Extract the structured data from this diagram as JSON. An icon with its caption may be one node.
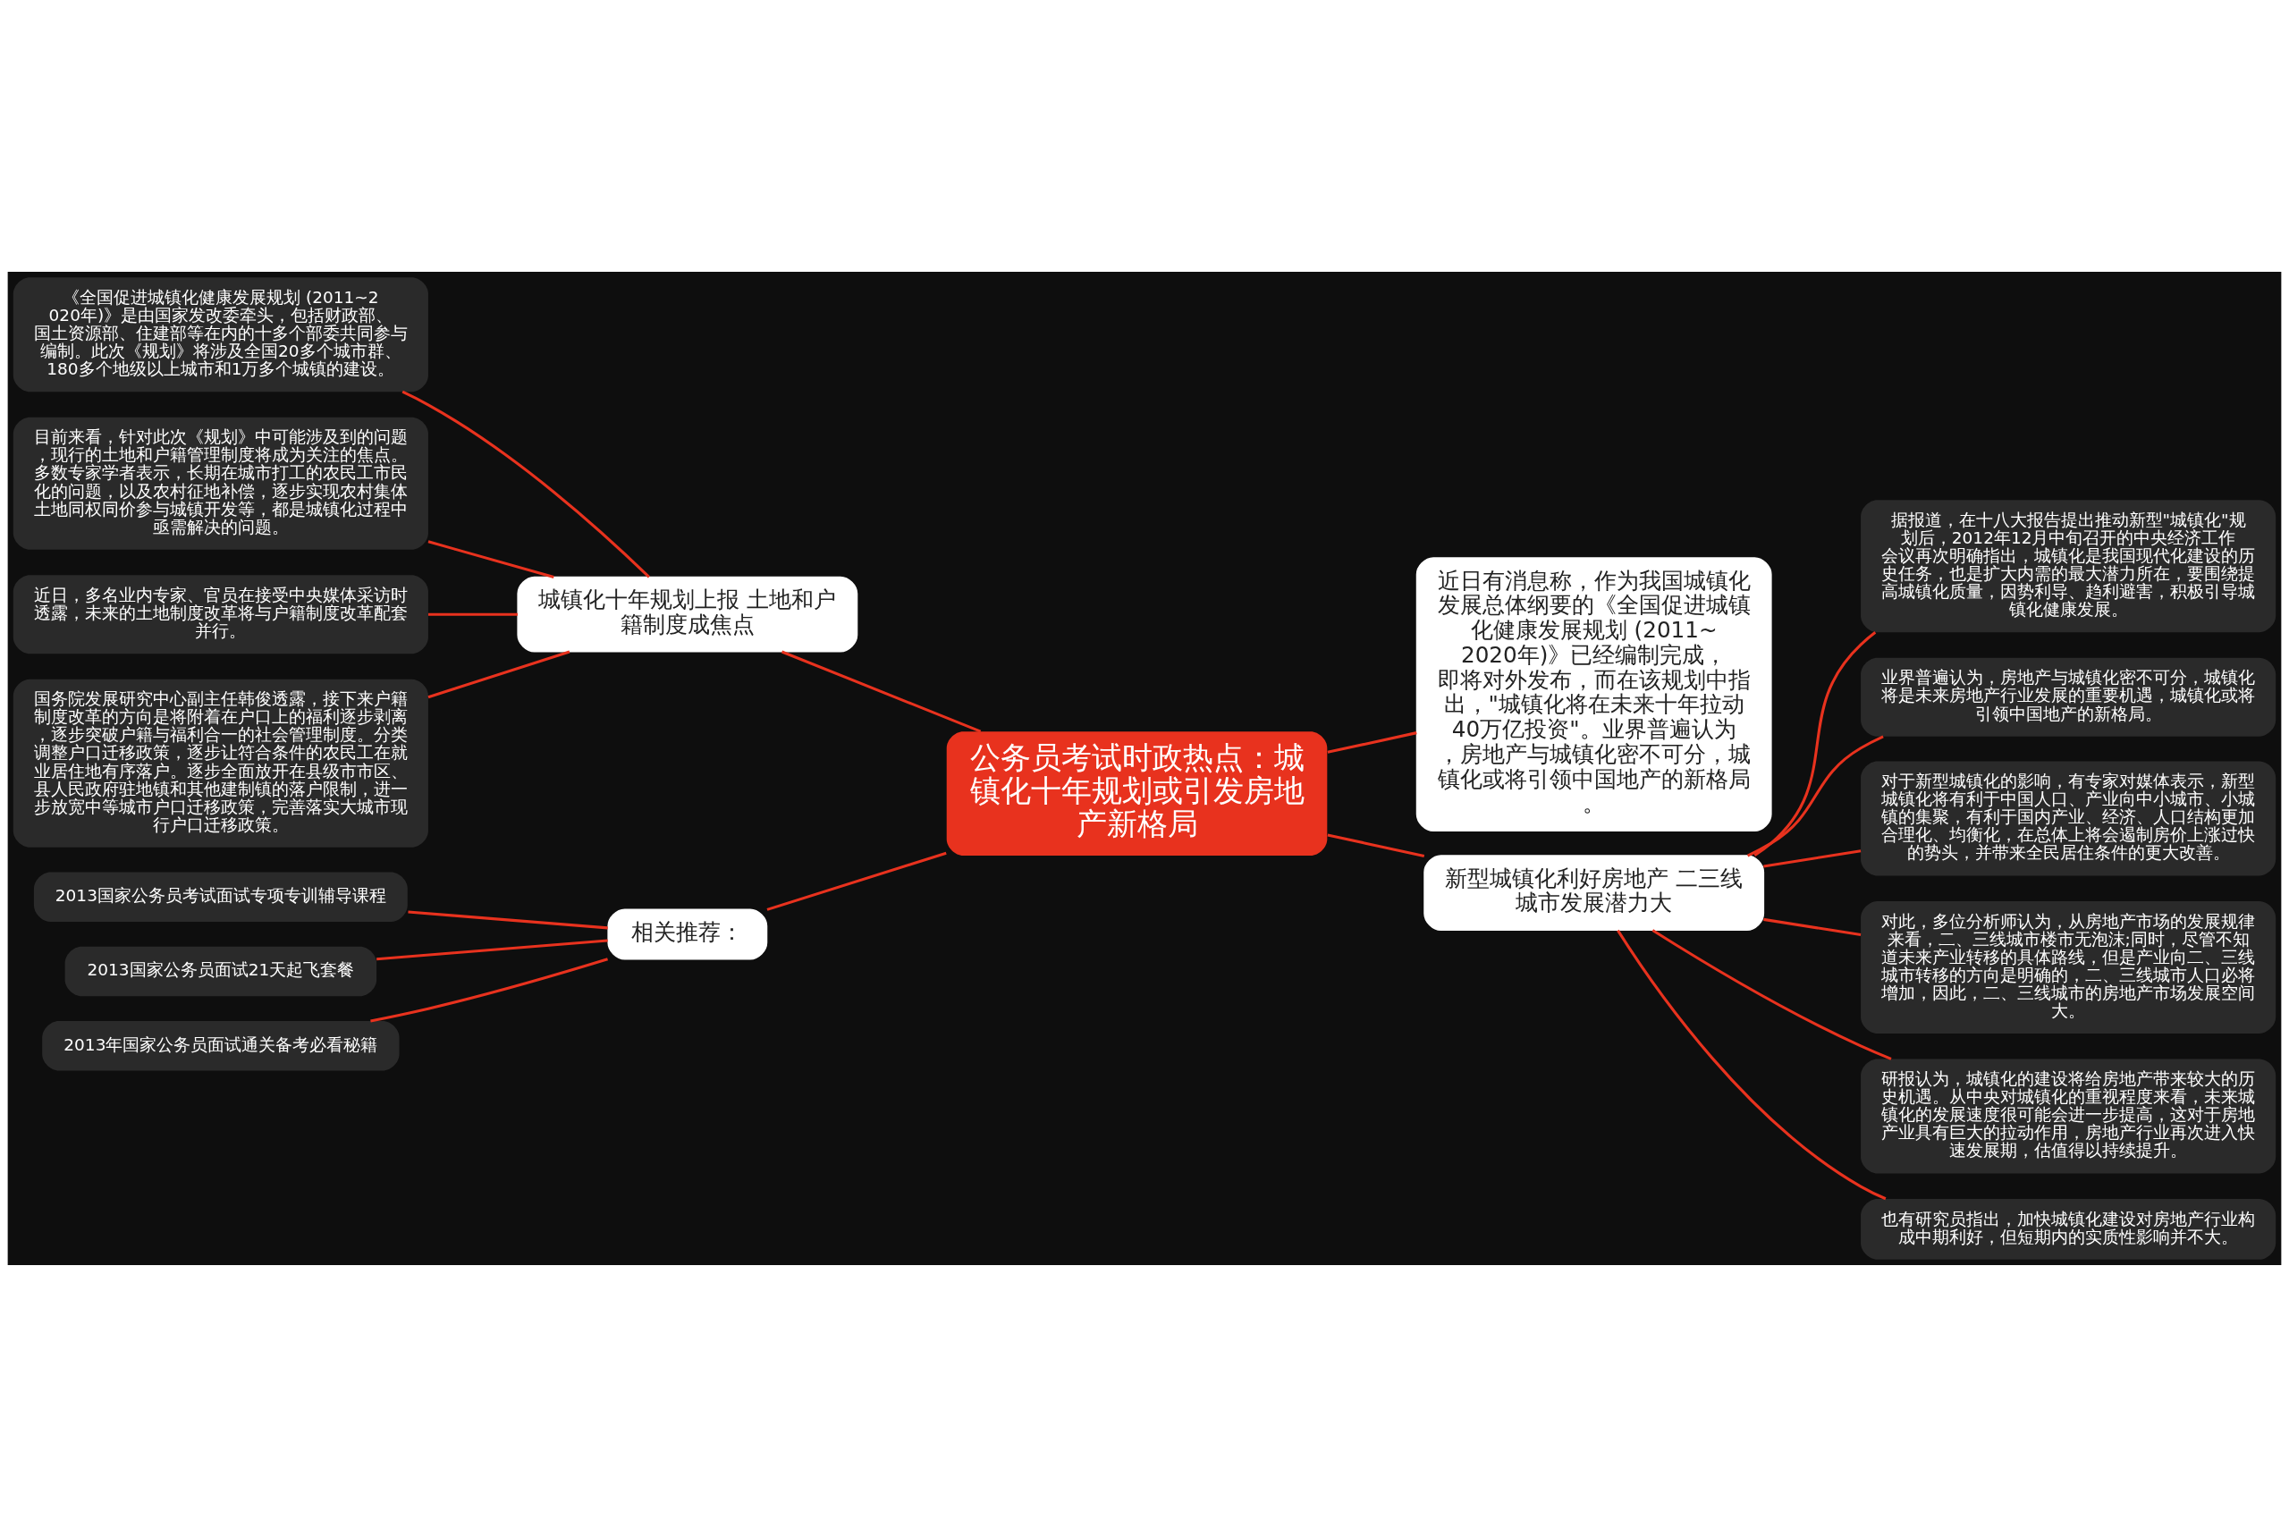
{
  "diagram": {
    "nodes": [
      {
        "text": [
          "公务员考试时政热点：城镇化十年规划或引发房地产新格局"
        ]
      },
      {
        "text": [
          "城镇化十年规划上报 土地和户籍制度成焦点"
        ]
      },
      {
        "text": [
          "《全国促进城镇化健康发展规划 (2011~2020年)》是由国家发改委牵头，包括财政部、国土资源部、住建部等在内的十多个部委共同参与编制。此次《规划》将涉及全国20多个城市群、180多个地级以上城市和1万多个城镇的建设。"
        ]
      },
      {
        "text": [
          "目前来看，针对此次《规划》中可能涉及到的问题，现行的土地和户籍管理制度将成为关注的焦点。多数专家学者表示，长期在城市打工的农民工市民化的问题，以及农村征地补偿，逐步实现农村集体土地同权同价参与城镇开发等，都是城镇化过程中亟需解决的问题。"
        ]
      },
      {
        "text": [
          "近日，多名业内专家、官员在接受中央媒体采访时透露，未来的土地制度改革将与户籍制度改革配套并行。"
        ]
      },
      {
        "text": [
          "国务院发展研究中心副主任韩俊透露，接下来户籍制度改革的方向是将附着在户口上的福利逐步剥离，逐步突破户籍与福利合一的社会管理制度。分类调整户口迁移政策，逐步让符合条件的农民工在就业居住地有序落户。逐步全面放开在县级市市区、县人民政府驻地镇和其他建制镇的落户限制，进一步放宽中等城市户口迁移政策，完善落实大城市现行户口迁移政策。"
        ]
      },
      {
        "text": [
          "相关推荐："
        ]
      },
      {
        "text": [
          "2013国家公务员考试面试专项专训辅导课程"
        ]
      },
      {
        "text": [
          "2013国家公务员面试21天起飞套餐"
        ]
      },
      {
        "text": [
          "2013年国家公务员面试通关备考必看秘籍"
        ]
      },
      {
        "text": [
          "近日有消息称，作为我国城镇化发展总体纲要的《全国促进城镇化健康发展规划 (2011~2020年)》已经编制完成，即将对外发布，而在该规划中指出，\"城镇化将在未来十年拉动40万亿投资\"。业界普遍认为，房地产与城镇化密不可分，城镇化或将引领中国地产的新格局。"
        ]
      },
      {
        "text": [
          "新型城镇化利好房地产 二三线城市发展潜力大"
        ]
      },
      {
        "text": [
          "据报道，在十八大报告提出推动新型\"城镇化\"规划后，2012年12月中旬召开的中央经济工作会议再次明确指出，城镇化是我国现代化建设的历史任务，也是扩大内需的最大潜力所在，要围绕提高城镇化质量，因势利导、趋利避害，积极引导城镇化健康发展。"
        ]
      },
      {
        "text": [
          "业界普遍认为，房地产与城镇化密不可分，城镇化将是未来房地产行业发展的重要机遇，城镇化或将引领中国地产的新格局。"
        ]
      },
      {
        "text": [
          "对于新型城镇化的影响，有专家对媒体表示，新型城镇化将有利于中国人口、产业向中小城市、小城镇的集聚，有利于国内产业、经济、人口结构更加合理化、均衡化，在总体上将会遏制房价上涨过快的势头，并带来全民居住条件的更大改善。"
        ]
      },
      {
        "text": [
          "对此，多位分析师认为，从房地产市场的发展规律来看，二、三线城市楼市无泡沫;同时，尽管不知道未来产业转移的具体路线，但是产业向二、三线城市转移的方向是明确的，二、三线城市人口必将增加，因此，二、三线城市的房地产市场发展空间大。"
        ]
      },
      {
        "text": [
          "研报认为，城镇化的建设将给房地产带来较大的历史机遇。从中央对城镇化的重视程度来看，未来城镇化的发展速度很可能会进一步提高，这对于房地产业具有巨大的拉动作用，房地产行业再次进入快速发展期，估值得以持续提升。"
        ]
      },
      {
        "text": [
          "也有研究员指出，加快城镇化建设对房地产行业构成中期利好，但短期内的实质性影响并不大。"
        ]
      }
    ],
    "edges": [
      {
        "from": 1,
        "to": 0,
        "arrow": "none"
      },
      {
        "from": 2,
        "to": 1,
        "arrow": "none"
      },
      {
        "from": 3,
        "to": 1,
        "arrow": "none"
      },
      {
        "from": 4,
        "to": 1,
        "arrow": "none"
      },
      {
        "from": 5,
        "to": 1,
        "arrow": "none"
      },
      {
        "from": 6,
        "to": 0,
        "arrow": "none"
      },
      {
        "from": 7,
        "to": 6,
        "arrow": "none"
      },
      {
        "from": 8,
        "to": 6,
        "arrow": "none"
      },
      {
        "from": 9,
        "to": 6,
        "arrow": "none"
      },
      {
        "from": 0,
        "to": 10,
        "arrow": "none"
      },
      {
        "from": 0,
        "to": 11,
        "arrow": "none"
      },
      {
        "from": 11,
        "to": 12,
        "arrow": "none"
      },
      {
        "from": 11,
        "to": 13,
        "arrow": "none"
      },
      {
        "from": 11,
        "to": 14,
        "arrow": "none"
      },
      {
        "from": 11,
        "to": 15,
        "arrow": "none"
      },
      {
        "from": 11,
        "to": 16,
        "arrow": "none"
      },
      {
        "from": 11,
        "to": 17,
        "arrow": "none"
      }
    ]
  }
}
